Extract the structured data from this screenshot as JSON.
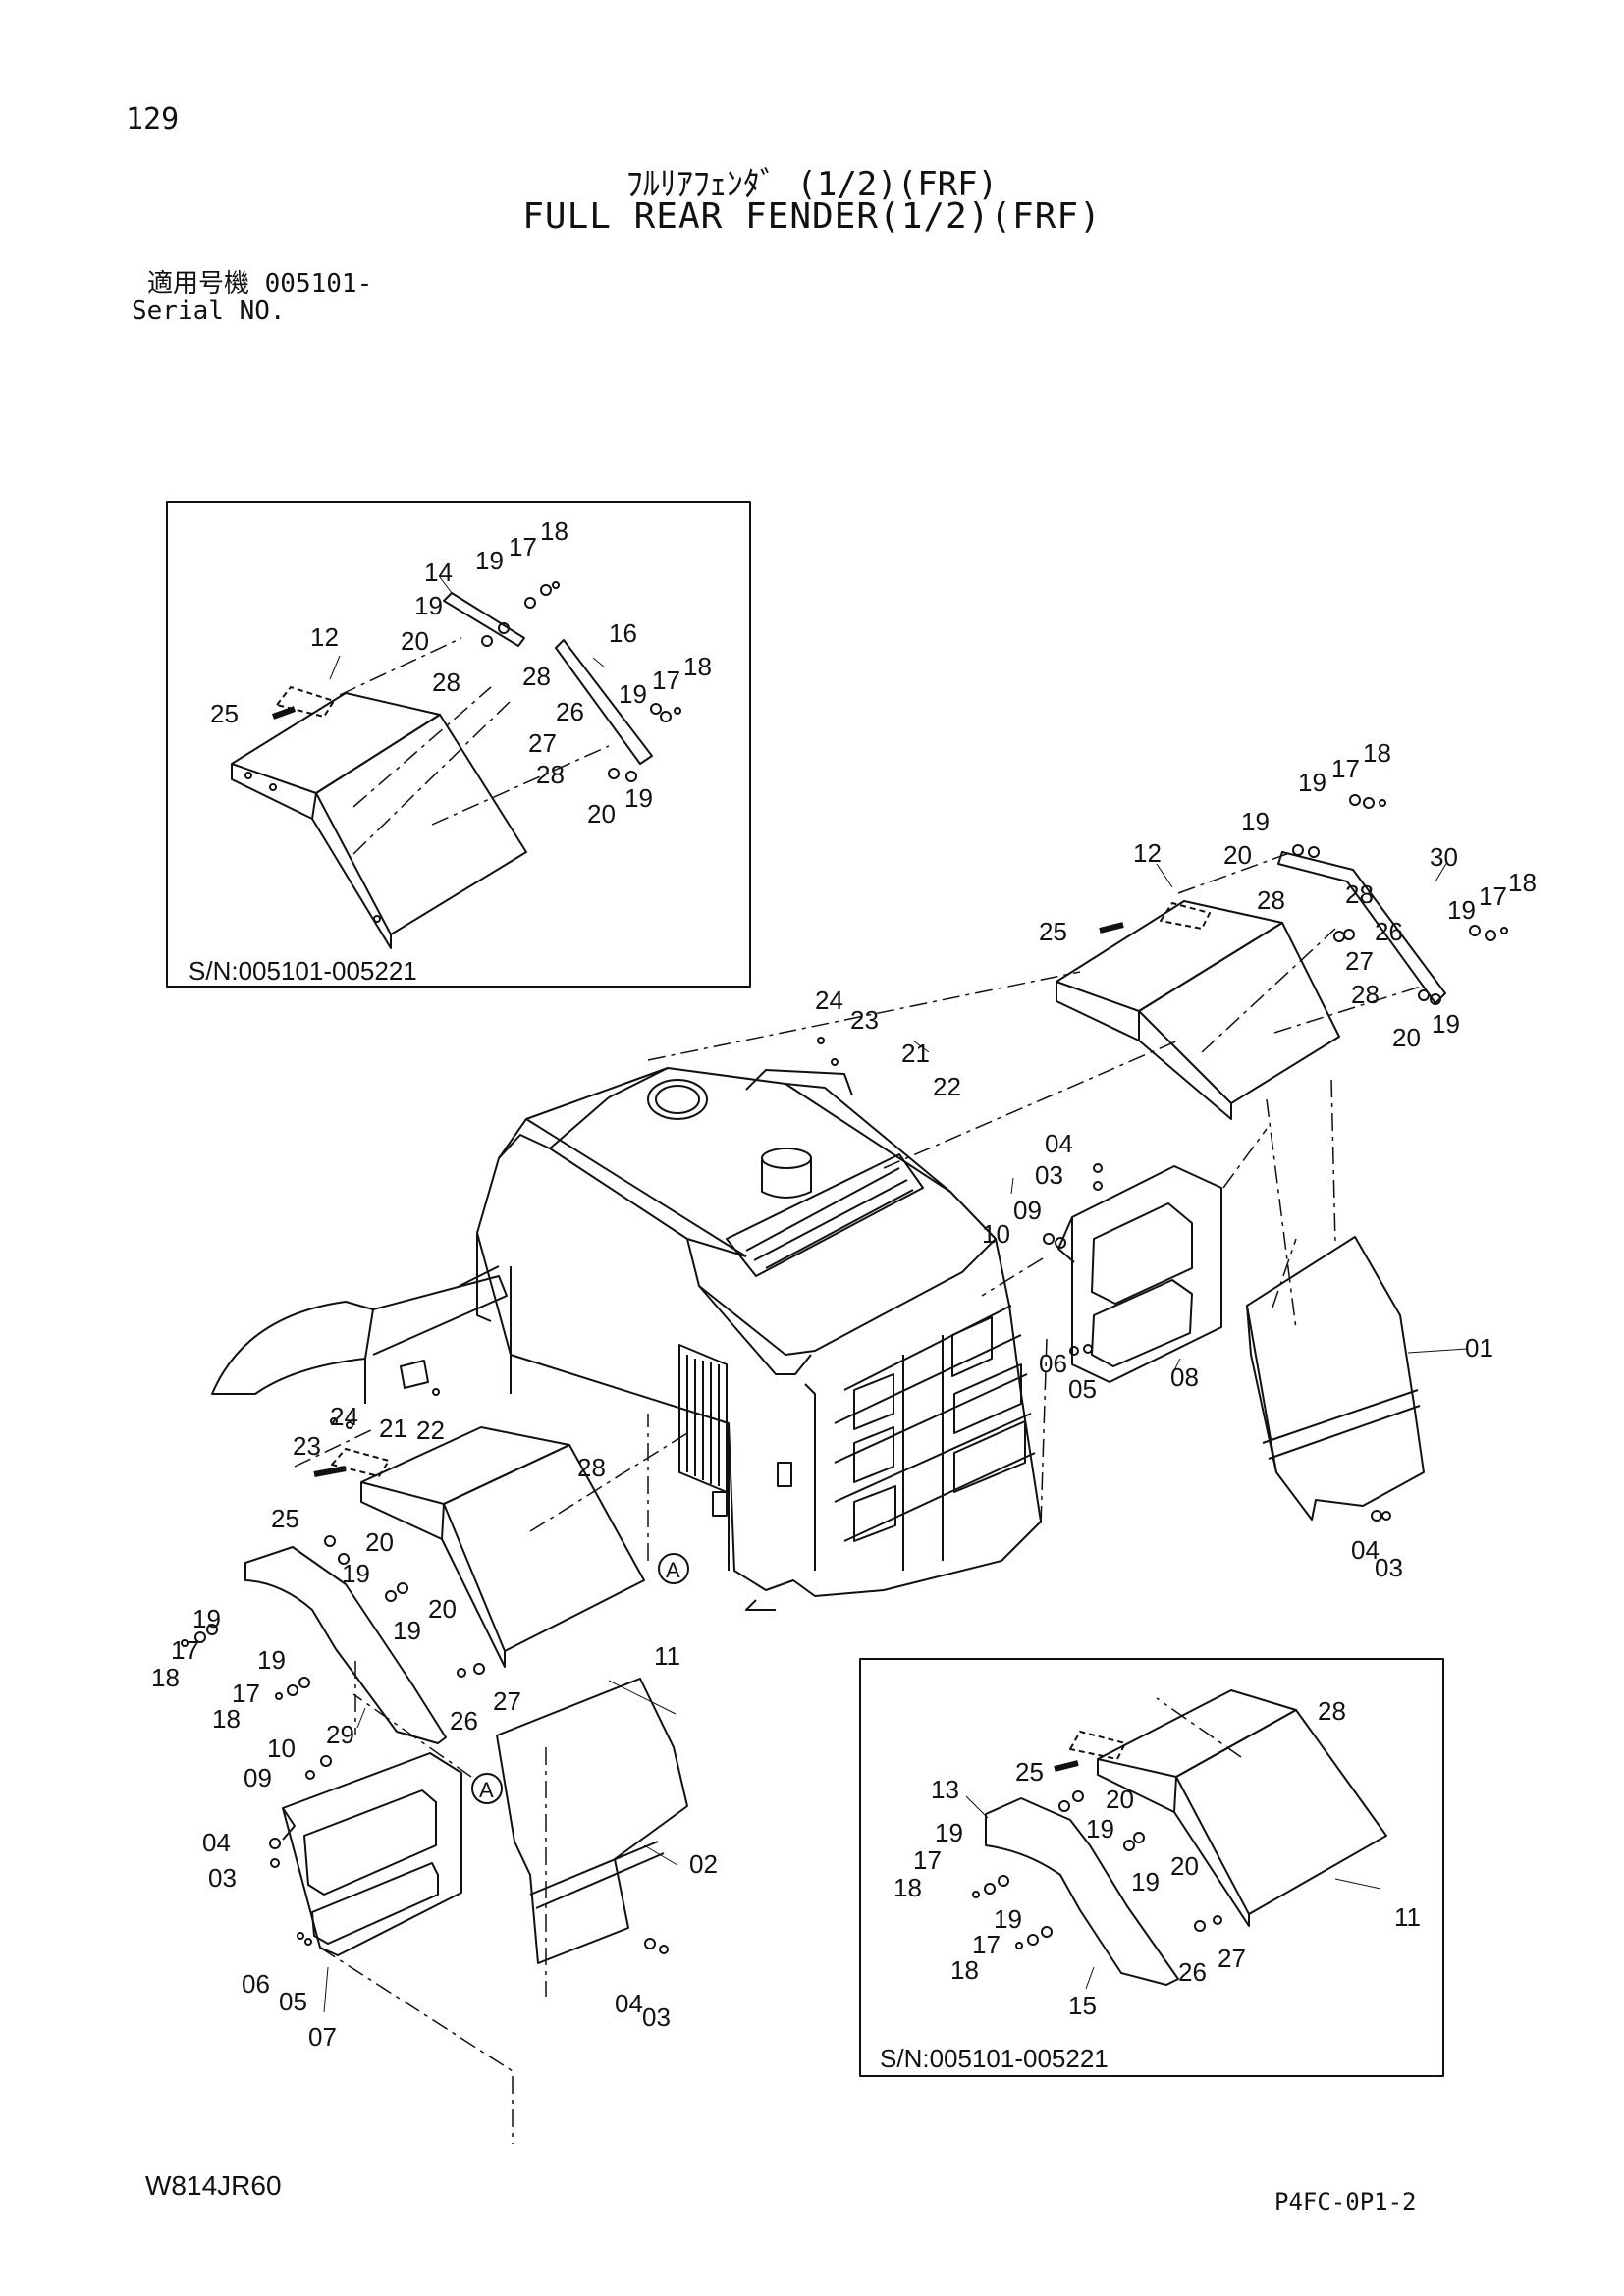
{
  "page": {
    "number": "129",
    "title_jp": "ﾌﾙﾘｱﾌｪﾝﾀﾞ (1/2)(FRF)",
    "title_en": "FULL REAR FENDER(1/2)(FRF)",
    "serial_label_jp": "適用号機 005101-",
    "serial_label_en": "Serial NO.",
    "model_code": "W814JR60",
    "page_code": "P4FC-0P1-2"
  },
  "insets": [
    {
      "label": "S/N:005101-005221"
    },
    {
      "label": "S/N:005101-005221"
    }
  ],
  "section_markers": [
    "A",
    "A"
  ],
  "callouts": [
    {
      "n": "19",
      "g": "A"
    },
    {
      "n": "17",
      "g": "A"
    },
    {
      "n": "18",
      "g": "A"
    },
    {
      "n": "14",
      "g": "A"
    },
    {
      "n": "19",
      "g": "A"
    },
    {
      "n": "20",
      "g": "A"
    },
    {
      "n": "12",
      "g": "A"
    },
    {
      "n": "16",
      "g": "A"
    },
    {
      "n": "28",
      "g": "A"
    },
    {
      "n": "28",
      "g": "A"
    },
    {
      "n": "19",
      "g": "A"
    },
    {
      "n": "17",
      "g": "A"
    },
    {
      "n": "18",
      "g": "A"
    },
    {
      "n": "25",
      "g": "A"
    },
    {
      "n": "26",
      "g": "A"
    },
    {
      "n": "27",
      "g": "A"
    },
    {
      "n": "28",
      "g": "A"
    },
    {
      "n": "20",
      "g": "A"
    },
    {
      "n": "19",
      "g": "A"
    },
    {
      "n": "19",
      "g": "B"
    },
    {
      "n": "17",
      "g": "B"
    },
    {
      "n": "18",
      "g": "B"
    },
    {
      "n": "19",
      "g": "B"
    },
    {
      "n": "20",
      "g": "B"
    },
    {
      "n": "12",
      "g": "B"
    },
    {
      "n": "30",
      "g": "B"
    },
    {
      "n": "28",
      "g": "B"
    },
    {
      "n": "28",
      "g": "B"
    },
    {
      "n": "19",
      "g": "B"
    },
    {
      "n": "17",
      "g": "B"
    },
    {
      "n": "18",
      "g": "B"
    },
    {
      "n": "25",
      "g": "B"
    },
    {
      "n": "26",
      "g": "B"
    },
    {
      "n": "27",
      "g": "B"
    },
    {
      "n": "28",
      "g": "B"
    },
    {
      "n": "20",
      "g": "B"
    },
    {
      "n": "19",
      "g": "B"
    },
    {
      "n": "24",
      "g": "C"
    },
    {
      "n": "23",
      "g": "C"
    },
    {
      "n": "21",
      "g": "C"
    },
    {
      "n": "22",
      "g": "C"
    },
    {
      "n": "04",
      "g": "C"
    },
    {
      "n": "03",
      "g": "C"
    },
    {
      "n": "09",
      "g": "C"
    },
    {
      "n": "10",
      "g": "C"
    },
    {
      "n": "06",
      "g": "C"
    },
    {
      "n": "05",
      "g": "C"
    },
    {
      "n": "08",
      "g": "C"
    },
    {
      "n": "01",
      "g": "C"
    },
    {
      "n": "04",
      "g": "C"
    },
    {
      "n": "03",
      "g": "C"
    },
    {
      "n": "24",
      "g": "C"
    },
    {
      "n": "23",
      "g": "C"
    },
    {
      "n": "21",
      "g": "C"
    },
    {
      "n": "22",
      "g": "C"
    },
    {
      "n": "28",
      "g": "D"
    },
    {
      "n": "25",
      "g": "D"
    },
    {
      "n": "20",
      "g": "D"
    },
    {
      "n": "19",
      "g": "D"
    },
    {
      "n": "19",
      "g": "D"
    },
    {
      "n": "17",
      "g": "D"
    },
    {
      "n": "18",
      "g": "D"
    },
    {
      "n": "19",
      "g": "D"
    },
    {
      "n": "20",
      "g": "D"
    },
    {
      "n": "19",
      "g": "D"
    },
    {
      "n": "17",
      "g": "D"
    },
    {
      "n": "18",
      "g": "D"
    },
    {
      "n": "29",
      "g": "D"
    },
    {
      "n": "26",
      "g": "D"
    },
    {
      "n": "27",
      "g": "D"
    },
    {
      "n": "11",
      "g": "D"
    },
    {
      "n": "10",
      "g": "D"
    },
    {
      "n": "09",
      "g": "D"
    },
    {
      "n": "04",
      "g": "D"
    },
    {
      "n": "03",
      "g": "D"
    },
    {
      "n": "06",
      "g": "D"
    },
    {
      "n": "05",
      "g": "D"
    },
    {
      "n": "07",
      "g": "D"
    },
    {
      "n": "02",
      "g": "D"
    },
    {
      "n": "04",
      "g": "D"
    },
    {
      "n": "03",
      "g": "D"
    },
    {
      "n": "28",
      "g": "E"
    },
    {
      "n": "25",
      "g": "E"
    },
    {
      "n": "13",
      "g": "E"
    },
    {
      "n": "20",
      "g": "E"
    },
    {
      "n": "19",
      "g": "E"
    },
    {
      "n": "19",
      "g": "E"
    },
    {
      "n": "17",
      "g": "E"
    },
    {
      "n": "18",
      "g": "E"
    },
    {
      "n": "19",
      "g": "E"
    },
    {
      "n": "20",
      "g": "E"
    },
    {
      "n": "11",
      "g": "E"
    },
    {
      "n": "19",
      "g": "E"
    },
    {
      "n": "17",
      "g": "E"
    },
    {
      "n": "18",
      "g": "E"
    },
    {
      "n": "26",
      "g": "E"
    },
    {
      "n": "27",
      "g": "E"
    },
    {
      "n": "15",
      "g": "E"
    }
  ]
}
